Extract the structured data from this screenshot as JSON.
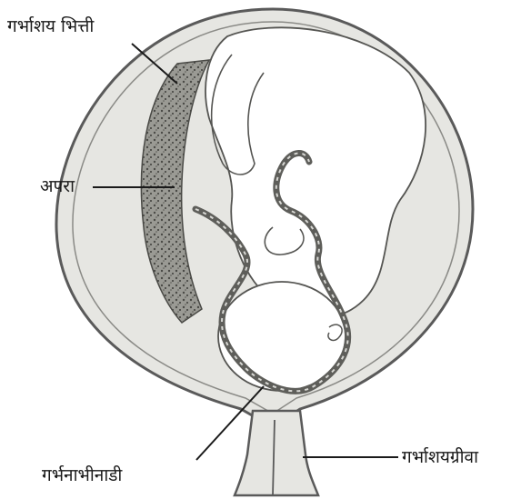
{
  "labels": {
    "uterine_wall": "गर्भाशय भित्ती",
    "placenta": "अपरा",
    "umbilical_cord": "गर्भनाभीनाडी",
    "cervix": "गर्भाशयग्रीवा"
  },
  "colors": {
    "uterus_fill": "#e6e6e2",
    "uterus_outline": "#5a5a5a",
    "placenta_fill": "#8c8c86",
    "cord": "#5e5e5a",
    "fetus_fill": "#ffffff",
    "line": "#1a1a1a"
  }
}
